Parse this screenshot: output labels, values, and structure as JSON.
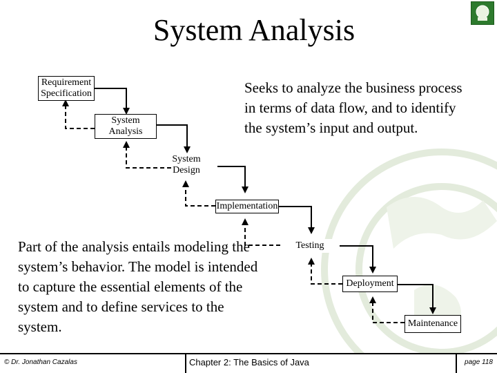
{
  "slide": {
    "title": "System Analysis",
    "top_description": "Seeks to analyze the business process in terms of data flow, and to identify the system’s input and output.",
    "bottom_description": "Part of the analysis entails modeling the system’s behavior. The model is intended to capture the essential elements of the system and to define services to the system."
  },
  "diagram": {
    "stages": [
      {
        "label_lines": [
          "Requirement",
          "Specification"
        ]
      },
      {
        "label_lines": [
          "System",
          "Analysis"
        ]
      },
      {
        "label_lines": [
          "System",
          "Design"
        ]
      },
      {
        "label_lines": [
          "Implementation"
        ]
      },
      {
        "label_lines": [
          "Testing"
        ]
      },
      {
        "label_lines": [
          "Deployment"
        ]
      },
      {
        "label_lines": [
          "Maintenance"
        ]
      }
    ]
  },
  "footer": {
    "author": "© Dr. Jonathan Cazalas",
    "chapter": "Chapter 2: The Basics of Java",
    "page": "page 118"
  },
  "colors": {
    "background_deco": "#e8efe2",
    "logo": "#2d7a2d"
  }
}
